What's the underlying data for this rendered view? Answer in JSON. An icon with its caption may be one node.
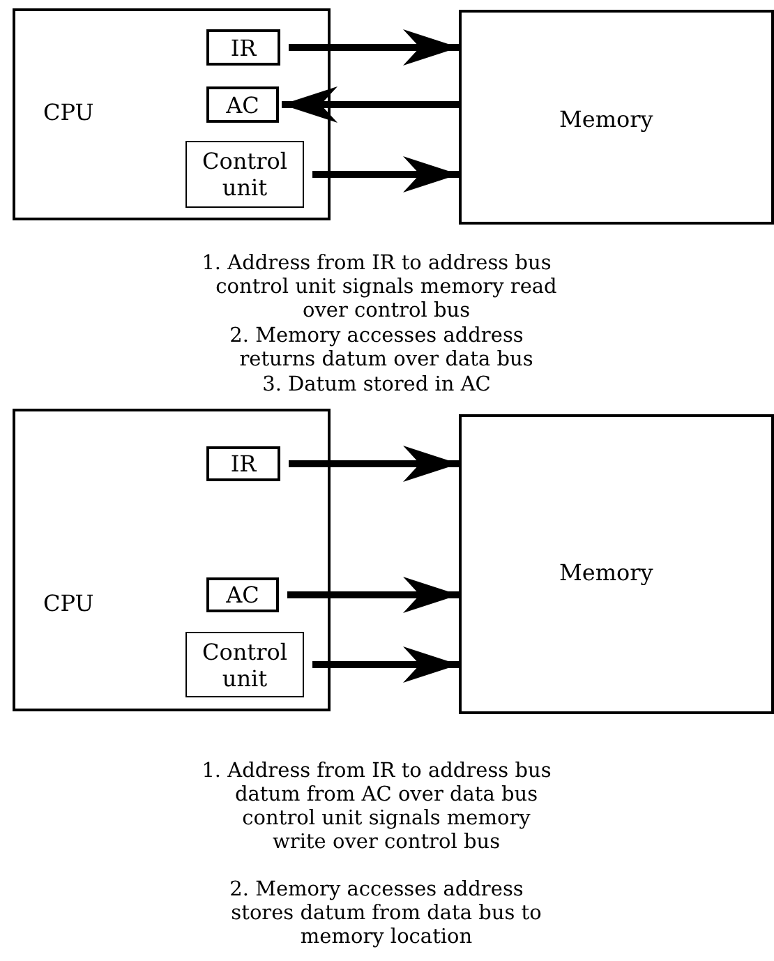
{
  "diagram": {
    "nodes": [
      {
        "text": [
          "CPU"
        ]
      },
      {
        "text": [
          "IR"
        ],
        "in": 0
      },
      {
        "text": [
          "AC"
        ],
        "in": 0
      },
      {
        "text": [
          "Control unit"
        ],
        "in": 0
      },
      {
        "text": [
          "Memory"
        ]
      },
      {
        "text": [
          "CPU"
        ]
      },
      {
        "text": [
          "IR"
        ],
        "in": 5
      },
      {
        "text": [
          "AC"
        ],
        "in": 5
      },
      {
        "text": [
          "Control unit"
        ],
        "in": 5
      },
      {
        "text": [
          "Memory"
        ]
      }
    ],
    "edges": [
      {
        "from": 1,
        "to": 4,
        "arrow": "to"
      },
      {
        "from": 4,
        "to": 2,
        "arrow": "to"
      },
      {
        "from": 3,
        "to": 4,
        "arrow": "to"
      },
      {
        "from": 6,
        "to": 9,
        "arrow": "to"
      },
      {
        "from": 7,
        "to": 9,
        "arrow": "to"
      },
      {
        "from": 8,
        "to": 9,
        "arrow": "to"
      }
    ],
    "labels": [
      "1. Address from IR to address bus control unit signals memory read over control bus",
      "2. Memory accesses address returns datum over data bus",
      "3. Datum stored in AC",
      "1. Address from IR to address bus datum from AC over data bus control unit signals memory write over control bus",
      "2. Memory accesses address stores datum from data bus to memory location"
    ]
  }
}
